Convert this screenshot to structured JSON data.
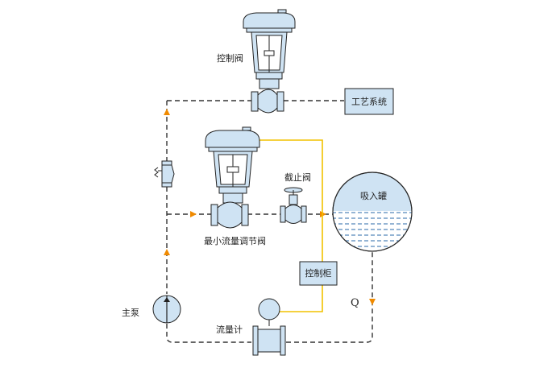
{
  "labels": {
    "control_valve": "控制阀",
    "process_system": "工艺系统",
    "min_flow_valve": "最小流量调节阀",
    "shutoff_valve": "截止阀",
    "suction_tank": "吸入罐",
    "control_cabinet": "控制柜",
    "main_pump": "主泵",
    "flowmeter": "流量计",
    "q_symbol": "Q"
  },
  "colors": {
    "equipment_fill": "#cfe3f3",
    "signal_line": "#f2c200",
    "flow_arrow": "#f08a00",
    "pipe": "#333333"
  }
}
